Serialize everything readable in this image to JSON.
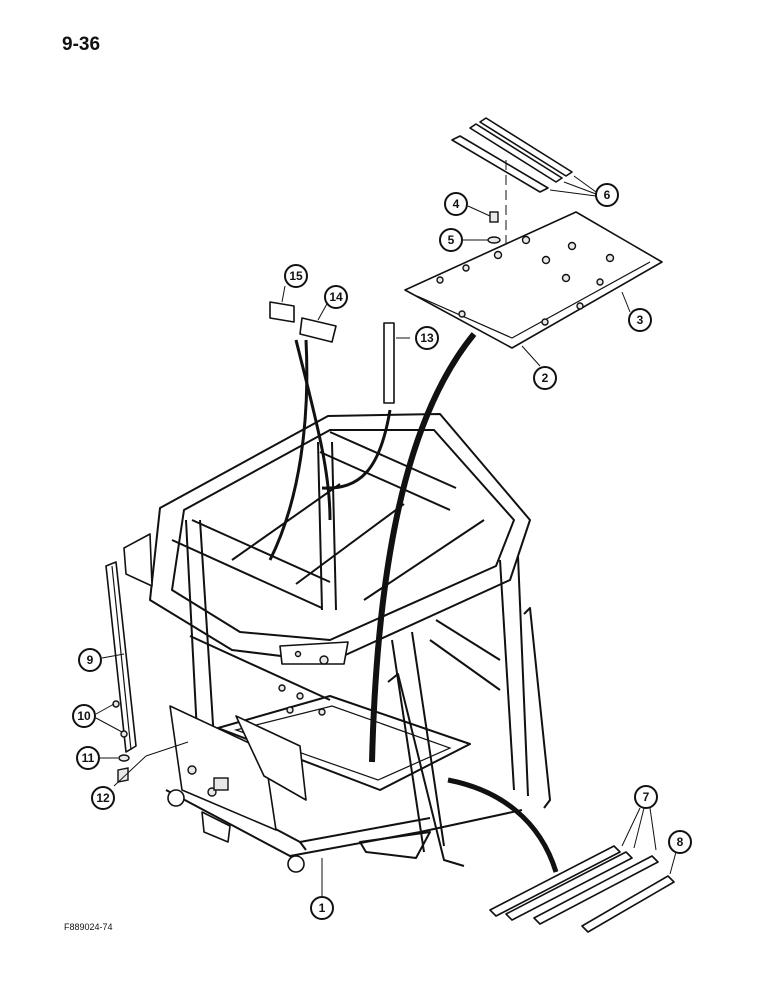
{
  "page": {
    "number": "9-36",
    "figure_code": "F889024-74"
  },
  "callouts": [
    {
      "id": "c1",
      "label": "1"
    },
    {
      "id": "c2",
      "label": "2"
    },
    {
      "id": "c3",
      "label": "3"
    },
    {
      "id": "c4",
      "label": "4"
    },
    {
      "id": "c5",
      "label": "5"
    },
    {
      "id": "c6",
      "label": "6"
    },
    {
      "id": "c7",
      "label": "7"
    },
    {
      "id": "c8",
      "label": "8"
    },
    {
      "id": "c9",
      "label": "9"
    },
    {
      "id": "c10",
      "label": "10"
    },
    {
      "id": "c11",
      "label": "11"
    },
    {
      "id": "c12",
      "label": "12"
    },
    {
      "id": "c13",
      "label": "13"
    },
    {
      "id": "c14",
      "label": "14"
    },
    {
      "id": "c15",
      "label": "15"
    }
  ]
}
